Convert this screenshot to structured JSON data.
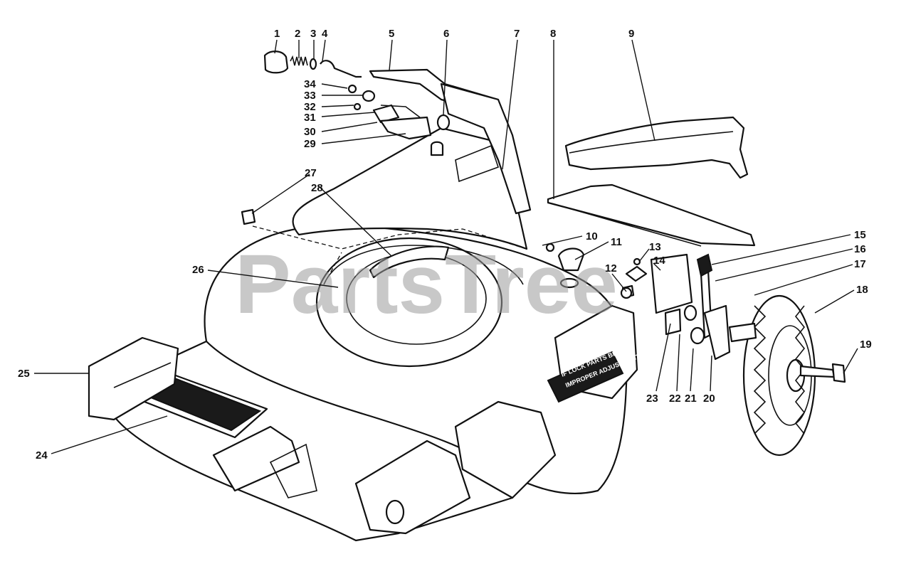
{
  "watermark": "PartsTree",
  "decal_label_lines": [
    "IF LOCK PARTS BEEN",
    "IMPROPER ADJUSTMENT"
  ],
  "callouts": [
    {
      "id": "c1",
      "text": "1"
    },
    {
      "id": "c2",
      "text": "2"
    },
    {
      "id": "c3",
      "text": "3"
    },
    {
      "id": "c4",
      "text": "4"
    },
    {
      "id": "c5",
      "text": "5"
    },
    {
      "id": "c6",
      "text": "6"
    },
    {
      "id": "c7",
      "text": "7"
    },
    {
      "id": "c8",
      "text": "8"
    },
    {
      "id": "c9",
      "text": "9"
    },
    {
      "id": "c10",
      "text": "10"
    },
    {
      "id": "c11",
      "text": "11"
    },
    {
      "id": "c12",
      "text": "12"
    },
    {
      "id": "c13",
      "text": "13"
    },
    {
      "id": "c14",
      "text": "14"
    },
    {
      "id": "c15",
      "text": "15"
    },
    {
      "id": "c16",
      "text": "16"
    },
    {
      "id": "c17",
      "text": "17"
    },
    {
      "id": "c18",
      "text": "18"
    },
    {
      "id": "c19",
      "text": "19"
    },
    {
      "id": "c20",
      "text": "20"
    },
    {
      "id": "c21",
      "text": "21"
    },
    {
      "id": "c22",
      "text": "22"
    },
    {
      "id": "c23",
      "text": "23"
    },
    {
      "id": "c24",
      "text": "24"
    },
    {
      "id": "c25",
      "text": "25"
    },
    {
      "id": "c26",
      "text": "26"
    },
    {
      "id": "c27",
      "text": "27"
    },
    {
      "id": "c28",
      "text": "28"
    },
    {
      "id": "c29",
      "text": "29"
    },
    {
      "id": "c30",
      "text": "30"
    },
    {
      "id": "c31",
      "text": "31"
    },
    {
      "id": "c32",
      "text": "32"
    },
    {
      "id": "c33",
      "text": "33"
    },
    {
      "id": "c34",
      "text": "34"
    }
  ]
}
